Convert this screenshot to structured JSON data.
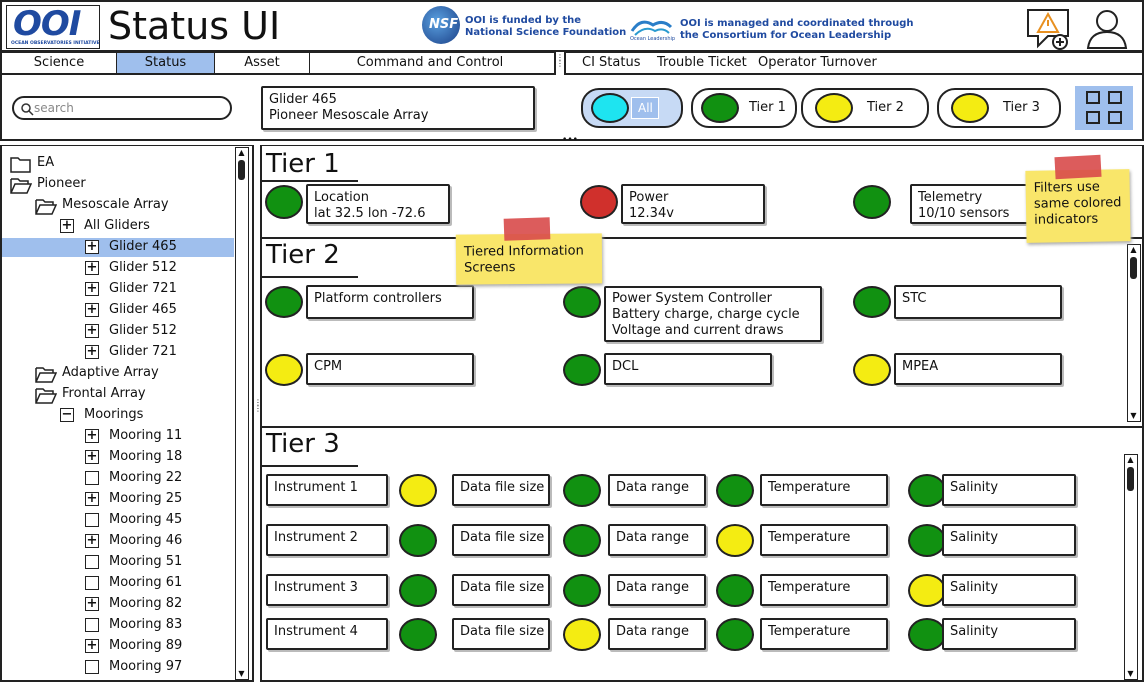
{
  "header": {
    "logo_text": "OOI",
    "logo_sub": "OCEAN OBSERVATORIES INITIATIVE",
    "title": "Status UI",
    "nsf_text_1": "OOI is funded by the",
    "nsf_text_2": "National Science Foundation",
    "col_text_1": "OOI is managed and coordinated through",
    "col_text_2": "the Consortium for Ocean Leadership",
    "alert_icon": "alert-add-icon",
    "user_icon": "user-icon"
  },
  "nav": {
    "left_tabs": [
      {
        "label": "Science",
        "active": false
      },
      {
        "label": "Status",
        "active": true
      },
      {
        "label": "Asset",
        "active": false
      },
      {
        "label": "Command and Control",
        "active": false
      }
    ],
    "right_tabs": [
      {
        "label": "CI Status"
      },
      {
        "label": "Trouble Ticket"
      },
      {
        "label": "Operator Turnover"
      }
    ]
  },
  "toolbar": {
    "search_placeholder": "search",
    "selected_line_1": "Glider 465",
    "selected_line_2": "Pioneer Mesoscale Array",
    "filters": [
      {
        "label": "All",
        "color": "#1ee4f0",
        "active": true
      },
      {
        "label": "Tier 1",
        "color": "#119111",
        "active": false
      },
      {
        "label": "Tier 2",
        "color": "#f4ec12",
        "active": false
      },
      {
        "label": "Tier 3",
        "color": "#f4ec12",
        "active": false
      }
    ],
    "grid_icon": "grid-view-icon"
  },
  "tree": [
    {
      "label": "EA",
      "indent": 0,
      "type": "folder"
    },
    {
      "label": "Pioneer",
      "indent": 0,
      "type": "folder-open"
    },
    {
      "label": "Mesoscale Array",
      "indent": 1,
      "type": "folder-open"
    },
    {
      "label": "All Gliders",
      "indent": 2,
      "type": "plus"
    },
    {
      "label": "Glider 465",
      "indent": 3,
      "type": "plus",
      "selected": true
    },
    {
      "label": "Glider 512",
      "indent": 3,
      "type": "plus"
    },
    {
      "label": "Glider 721",
      "indent": 3,
      "type": "plus"
    },
    {
      "label": "Glider 465",
      "indent": 3,
      "type": "plus"
    },
    {
      "label": "Glider 512",
      "indent": 3,
      "type": "plus"
    },
    {
      "label": "Glider 721",
      "indent": 3,
      "type": "plus"
    },
    {
      "label": "Adaptive Array",
      "indent": 1,
      "type": "folder-open"
    },
    {
      "label": "Frontal Array",
      "indent": 1,
      "type": "folder-open"
    },
    {
      "label": "Moorings",
      "indent": 2,
      "type": "minus"
    },
    {
      "label": "Mooring 11",
      "indent": 3,
      "type": "plus"
    },
    {
      "label": "Mooring 18",
      "indent": 3,
      "type": "plus"
    },
    {
      "label": "Mooring 22",
      "indent": 3,
      "type": "empty"
    },
    {
      "label": "Mooring 25",
      "indent": 3,
      "type": "plus"
    },
    {
      "label": "Mooring 45",
      "indent": 3,
      "type": "empty"
    },
    {
      "label": "Mooring 46",
      "indent": 3,
      "type": "plus"
    },
    {
      "label": "Mooring 51",
      "indent": 3,
      "type": "empty"
    },
    {
      "label": "Mooring 61",
      "indent": 3,
      "type": "empty"
    },
    {
      "label": "Mooring 82",
      "indent": 3,
      "type": "plus"
    },
    {
      "label": "Mooring 83",
      "indent": 3,
      "type": "empty"
    },
    {
      "label": "Mooring 89",
      "indent": 3,
      "type": "plus"
    },
    {
      "label": "Mooring 97",
      "indent": 3,
      "type": "empty"
    }
  ],
  "tier1": {
    "title": "Tier 1",
    "items": [
      {
        "line1": "Location",
        "line2": "lat 32.5 lon -72.6",
        "status": "green"
      },
      {
        "line1": "Power",
        "line2": "12.34v",
        "status": "red"
      },
      {
        "line1": "Telemetry",
        "line2": "10/10 sensors",
        "status": "green"
      }
    ]
  },
  "tier2": {
    "title": "Tier 2",
    "items": [
      {
        "lines": [
          "Platform controllers"
        ],
        "status": "green"
      },
      {
        "lines": [
          "Power System Controller",
          "Battery charge, charge cycle",
          "Voltage and current draws"
        ],
        "status": "green"
      },
      {
        "lines": [
          "STC"
        ],
        "status": "green"
      },
      {
        "lines": [
          "CPM"
        ],
        "status": "yellow"
      },
      {
        "lines": [
          "DCL"
        ],
        "status": "green"
      },
      {
        "lines": [
          "MPEA"
        ],
        "status": "yellow"
      }
    ]
  },
  "tier3": {
    "title": "Tier 3",
    "rows": [
      {
        "instrument": "Instrument 1",
        "cells": [
          {
            "label": "Data file size",
            "status": "yellow"
          },
          {
            "label": "Data range",
            "status": "green"
          },
          {
            "label": "Temperature",
            "status": "green"
          },
          {
            "label": "Salinity",
            "status": "green"
          }
        ]
      },
      {
        "instrument": "Instrument 2",
        "cells": [
          {
            "label": "Data file size",
            "status": "green"
          },
          {
            "label": "Data range",
            "status": "green"
          },
          {
            "label": "Temperature",
            "status": "yellow"
          },
          {
            "label": "Salinity",
            "status": "green"
          }
        ]
      },
      {
        "instrument": "Instrument 3",
        "cells": [
          {
            "label": "Data file size",
            "status": "green"
          },
          {
            "label": "Data range",
            "status": "green"
          },
          {
            "label": "Temperature",
            "status": "green"
          },
          {
            "label": "Salinity",
            "status": "yellow"
          }
        ]
      },
      {
        "instrument": "Instrument 4",
        "cells": [
          {
            "label": "Data file size",
            "status": "green"
          },
          {
            "label": "Data range",
            "status": "yellow"
          },
          {
            "label": "Temperature",
            "status": "green"
          },
          {
            "label": "Salinity",
            "status": "green"
          }
        ]
      }
    ]
  },
  "notes": {
    "tiered": [
      "Tiered Information",
      "Screens"
    ],
    "filters": [
      "Filters use",
      "same colored",
      "indicators"
    ]
  }
}
